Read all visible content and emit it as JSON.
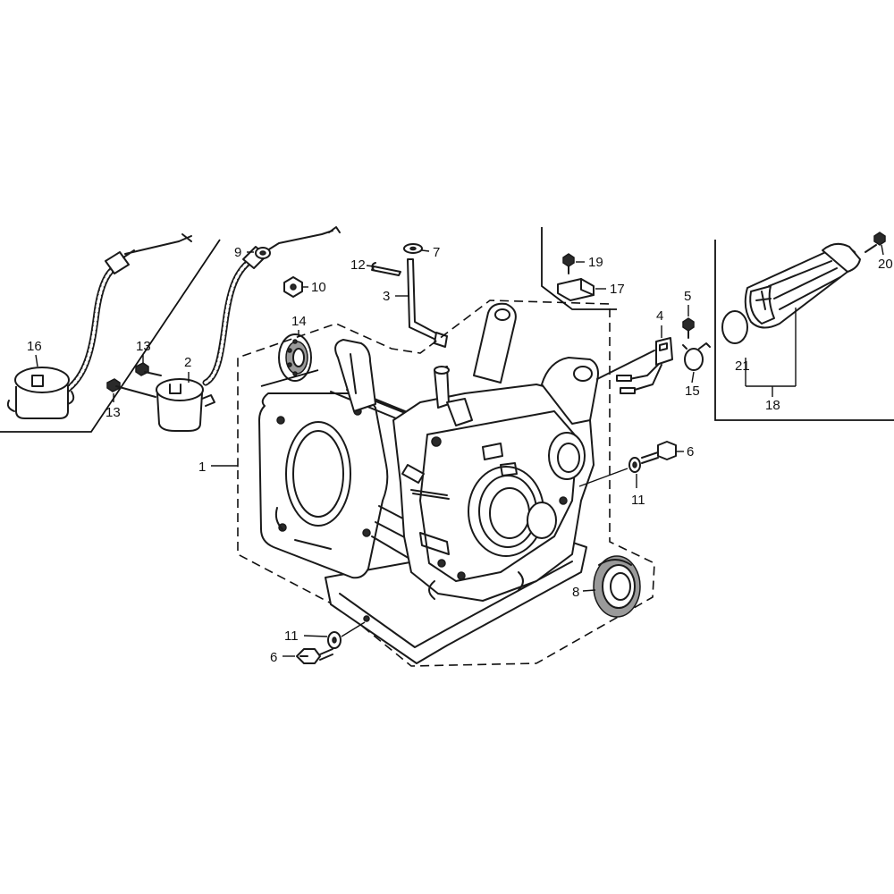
{
  "callouts": {
    "c1": "1",
    "c2": "2",
    "c3": "3",
    "c4": "4",
    "c5": "5",
    "c6a": "6",
    "c6b": "6",
    "c7": "7",
    "c8": "8",
    "c9": "9",
    "c10": "10",
    "c11a": "11",
    "c11b": "11",
    "c12": "12",
    "c13a": "13",
    "c13b": "13",
    "c14": "14",
    "c15": "15",
    "c16": "16",
    "c17": "17",
    "c18": "18",
    "c19": "19",
    "c20": "20",
    "c21": "21"
  },
  "colors": {
    "line": "#1a1a1a",
    "background": "#ffffff"
  }
}
